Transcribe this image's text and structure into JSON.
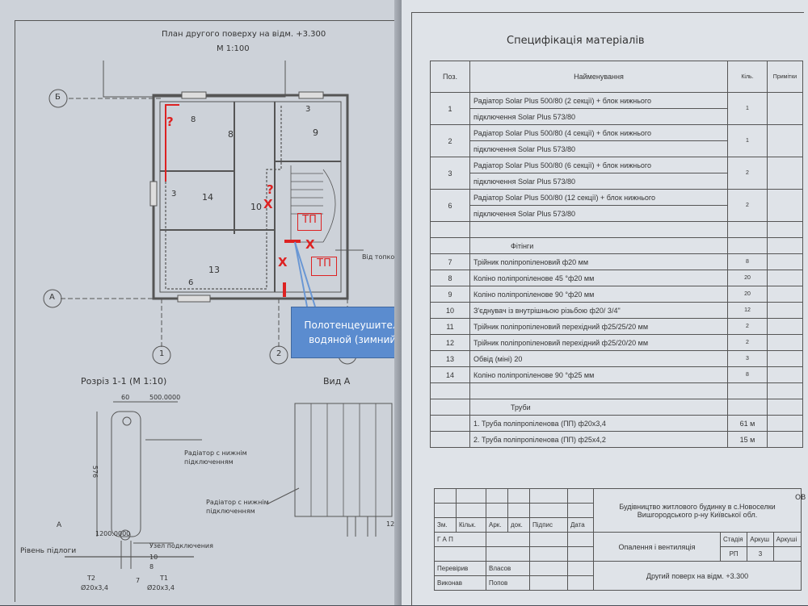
{
  "left": {
    "plan_title": "План другого поверху на відм. +3.300",
    "plan_scale": "М 1:100",
    "axes": {
      "b": "Б",
      "a": "А",
      "one": "1",
      "two": "2",
      "three": "3"
    },
    "rooms": [
      "8",
      "9",
      "14",
      "10",
      "13"
    ],
    "radiator_marks": [
      "8",
      "3",
      "3",
      "6"
    ],
    "note_right": "Від топкової",
    "annotations": {
      "q1": "?",
      "q2": "?",
      "x1": "X",
      "x2": "X",
      "x3": "X",
      "tp1": "ТП",
      "tp2": "ТП"
    },
    "callout": "Полотенцеушитель водяной (зимний)",
    "section_title": "Розріз 1-1 (М 1:10)",
    "view_title": "Вид А",
    "dims": {
      "d60": "60",
      "d500": "500.0000",
      "d576a": "576",
      "d576b": "576",
      "d1200a": "1200.0000",
      "d1200b": "1200.0000"
    },
    "labels": {
      "rad1": "Радіатор с нижнім підключенням",
      "rad2": "Радіатор с нижнім підключенням",
      "node": "Узел подключения",
      "n10": "10",
      "n8": "8",
      "n7": "7",
      "floor": "Рівень підлоги",
      "arrow_a": "А",
      "t2": "Т2",
      "t2d": "Ø20х3,4",
      "t1": "Т1",
      "t1d": "Ø20х3,4"
    }
  },
  "right": {
    "title": "Специфікація матеріалів",
    "headers": {
      "pos": "Поз.",
      "name": "Найменування",
      "qty": "Кіль.",
      "note": "Примітки"
    },
    "rows": [
      {
        "pos": "1",
        "l1": "Радіатор Solar Plus 500/80 (2 секції) + блок нижнього",
        "l2": "підключення Solar Plus 573/80",
        "qty": "1"
      },
      {
        "pos": "2",
        "l1": "Радіатор Solar Plus 500/80 (4 секції) + блок нижнього",
        "l2": "підключення Solar Plus 573/80",
        "qty": "1"
      },
      {
        "pos": "3",
        "l1": "Радіатор Solar Plus 500/80 (6 секції) + блок нижнього",
        "l2": "підключення Solar Plus 573/80",
        "qty": "2"
      },
      {
        "pos": "6",
        "l1": "Радіатор Solar Plus 500/80 (12 секції) + блок нижнього",
        "l2": "підключення Solar Plus 573/80",
        "qty": "2"
      }
    ],
    "fittings_header": "Фітінги",
    "fittings": [
      {
        "pos": "7",
        "name": "Трійник поліпропіленовий ф20 мм",
        "qty": "8"
      },
      {
        "pos": "8",
        "name": "Коліно поліпропіленове 45 °ф20 мм",
        "qty": "20"
      },
      {
        "pos": "9",
        "name": "Коліно поліпропіленове 90 °ф20 мм",
        "qty": "20"
      },
      {
        "pos": "10",
        "name": "З'єднувач із внутрішньою різьбою ф20/ 3/4\"",
        "qty": "12"
      },
      {
        "pos": "11",
        "name": "Трійник поліпропіленовий перехідний ф25/25/20 мм",
        "qty": "2"
      },
      {
        "pos": "12",
        "name": "Трійник поліпропіленовий перехідний ф25/20/20 мм",
        "qty": "2"
      },
      {
        "pos": "13",
        "name": "Обвід (міні) 20",
        "qty": "3"
      },
      {
        "pos": "14",
        "name": "Коліно поліпропіленове 90 °ф25 мм",
        "qty": "8"
      }
    ],
    "pipes_header": "Труби",
    "pipes": [
      {
        "name": "1. Труба поліпропіленова (ПП) ф20х3,4",
        "qty": "61 м"
      },
      {
        "name": "2. Труба поліпропіленова (ПП) ф25х4,2",
        "qty": "15 м"
      }
    ],
    "titleblock": {
      "h": [
        "Зм.",
        "Кільк.",
        "Арк.",
        "док.",
        "Підпис",
        "Дата"
      ],
      "gap": "Г А П",
      "checked": "Перевірив",
      "checked_name": "Власов",
      "done": "Виконав",
      "done_name": "Попов",
      "project1": "Будівництво житлового будинку в с.Новоселки",
      "project2": "Вишгородського р-ну Київської обл.",
      "section": "Опалення і вентиляція",
      "stage_h": "Стадія",
      "sheet_h": "Аркуш",
      "sheets_h": "Аркуші",
      "stage": "РП",
      "sheet": "3",
      "floor": "Другий поверх на відм. +3.300",
      "corner": "ОВ"
    }
  }
}
